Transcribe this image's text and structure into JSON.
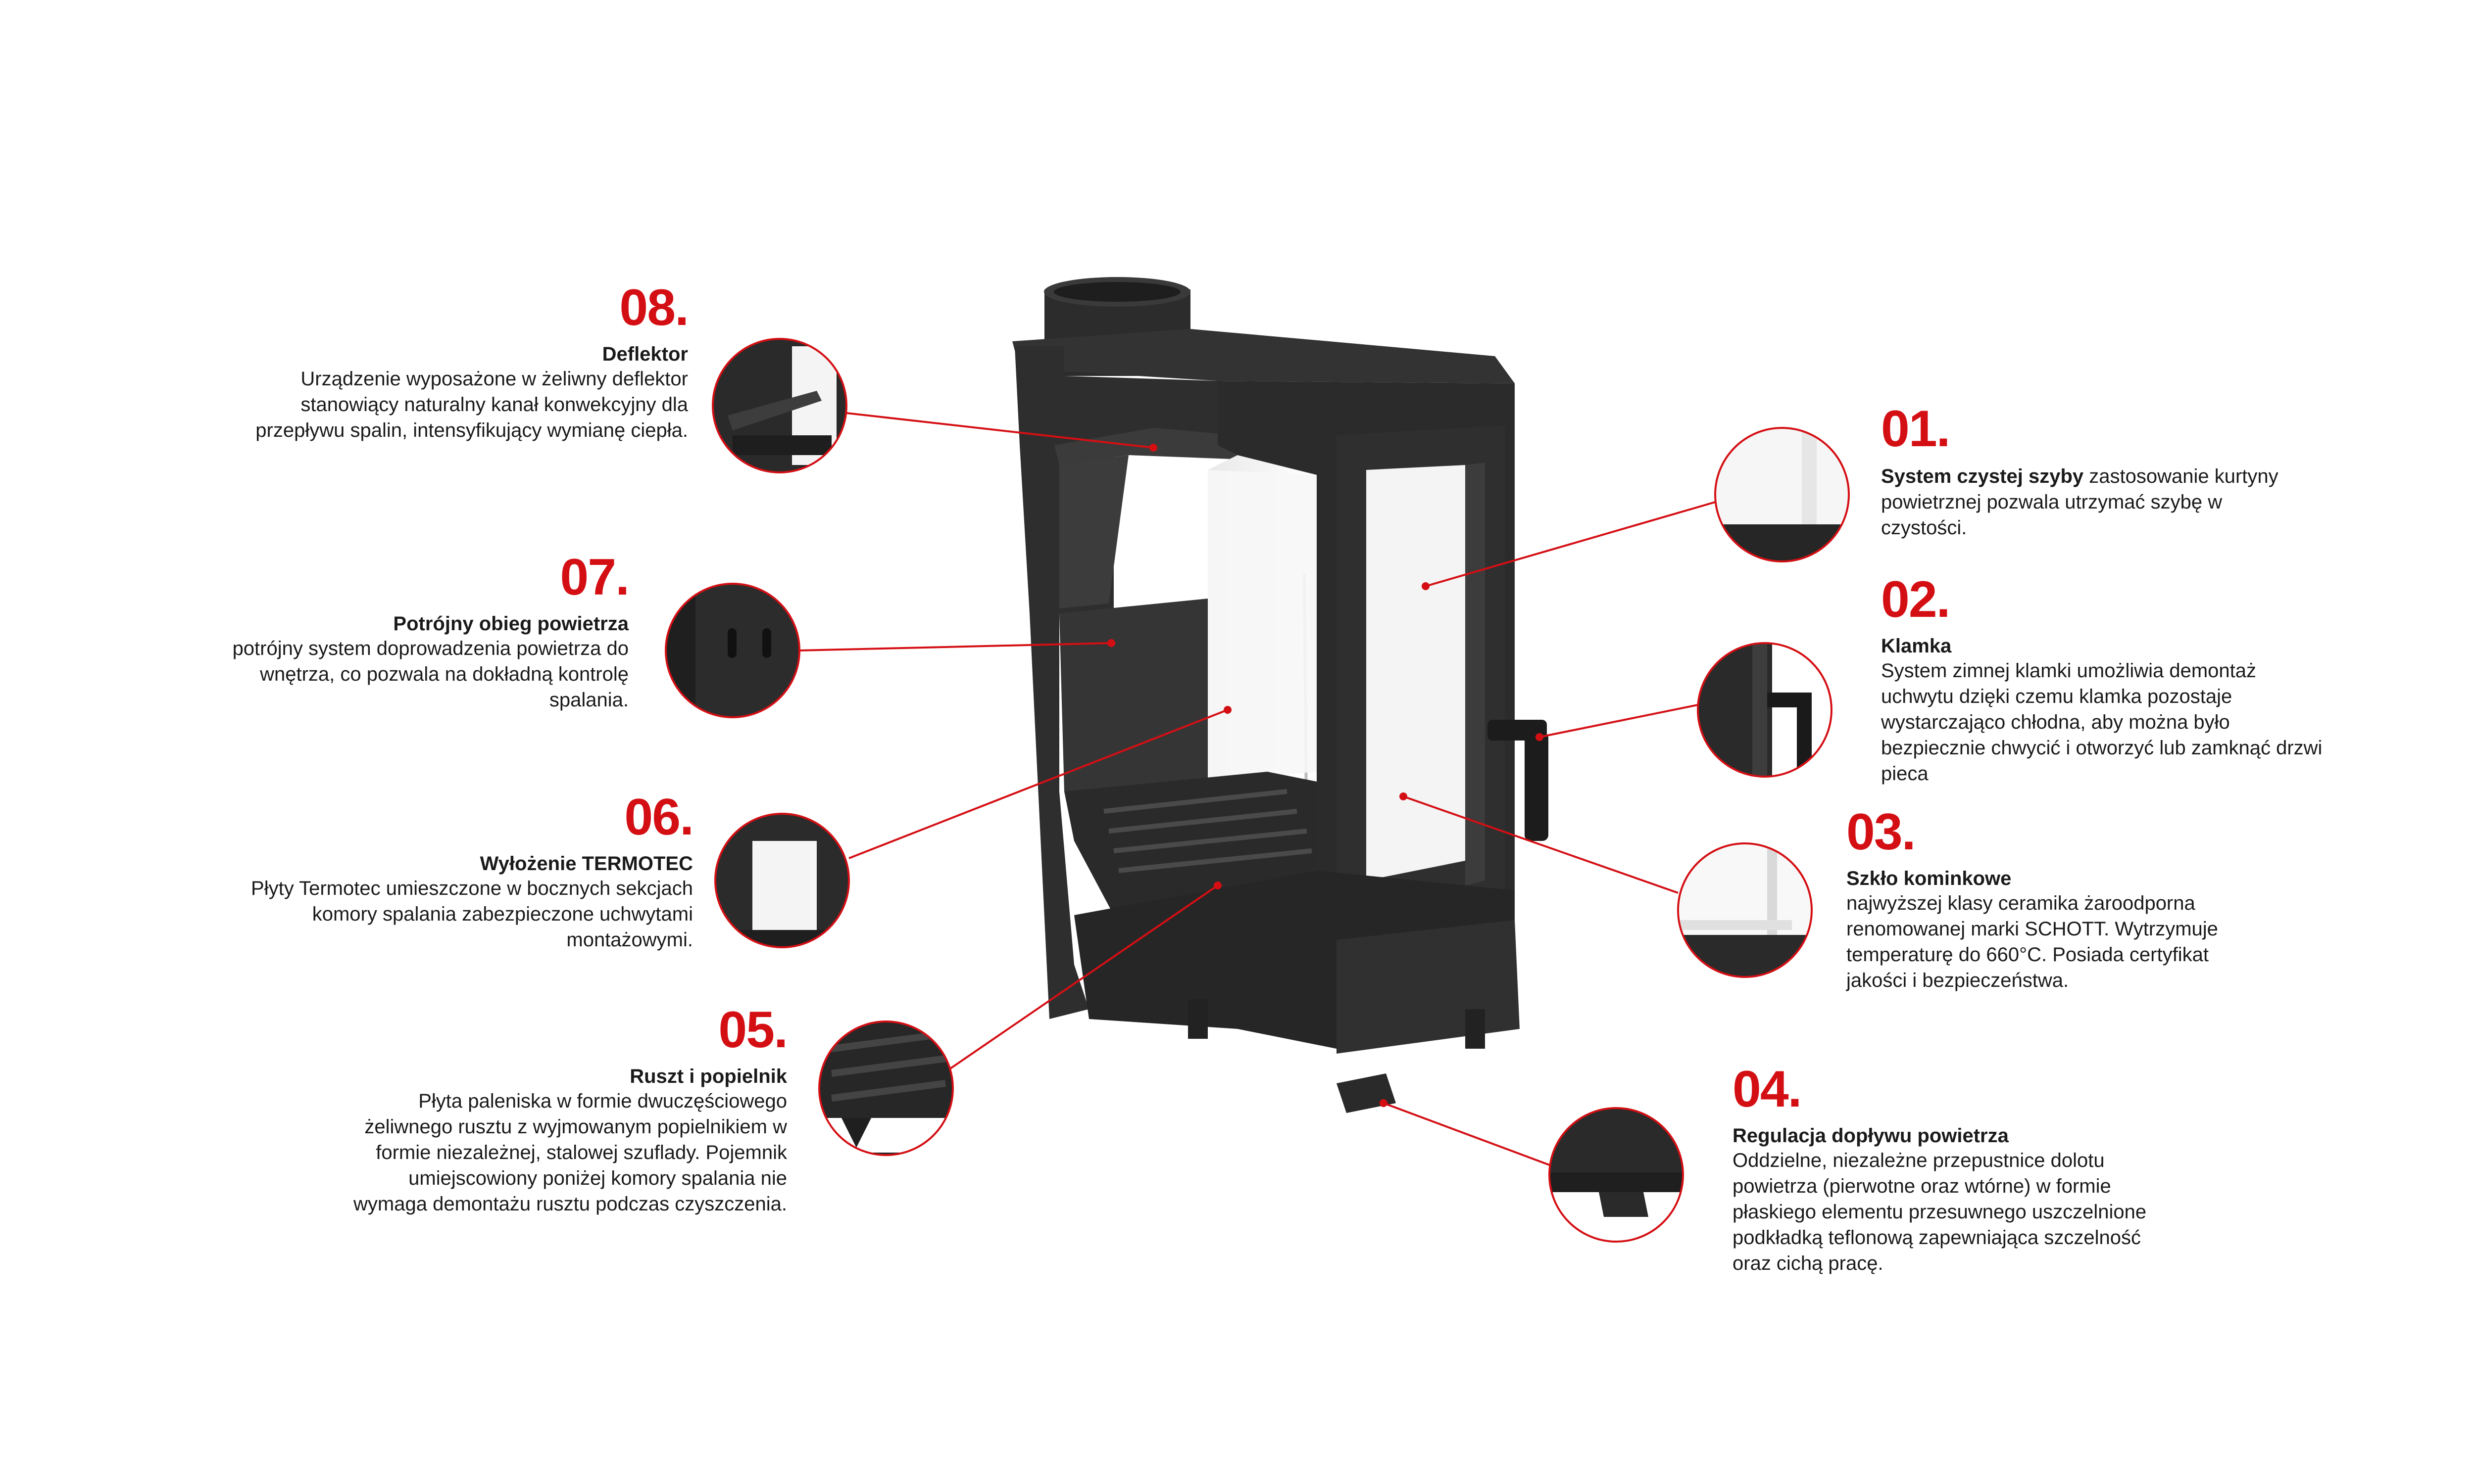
{
  "accent_color": "#d40f14",
  "stove_color": "#2a2a2a",
  "callouts": [
    {
      "number": "08.",
      "title": "Deflektor",
      "body": "Urządzenie wyposażone w żeliwny deflektor stanowiący naturalny kanał konwekcyjny dla przepływu spalin, intensyfikujący wymianę ciepła."
    },
    {
      "number": "07.",
      "title": "Potrójny obieg powietrza",
      "body": "potrójny system doprowadzenia powietrza do wnętrza, co pozwala na dokładną kontrolę spalania."
    },
    {
      "number": "06.",
      "title": "Wyłożenie TERMOTEC",
      "body": "Płyty Termotec umieszczone w bocznych sekcjach komory spalania zabezpieczone uchwytami montażowymi."
    },
    {
      "number": "05.",
      "title": "Ruszt i popielnik",
      "body": "Płyta paleniska w formie dwuczęściowego żeliwnego rusztu z wyjmowanym popielnikiem w formie niezależnej, stalowej szuflady. Pojemnik umiejscowiony poniżej komory spalania nie wymaga demontażu rusztu podczas czyszczenia."
    },
    {
      "number": "01.",
      "title": "System czystej szyby",
      "body": "zastosowanie kurtyny powietrznej pozwala utrzymać szybę w czystości."
    },
    {
      "number": "02.",
      "title": "Klamka",
      "body": "System zimnej klamki umożliwia demontaż uchwytu dzięki czemu klamka pozostaje wystarczająco chłodna, aby można było bezpiecznie chwycić i otworzyć lub zamknąć drzwi pieca"
    },
    {
      "number": "03.",
      "title": "Szkło kominkowe",
      "body": "najwyższej klasy ceramika żaroodporna renomowanej marki SCHOTT. Wytrzymuje temperaturę do 660°C. Posiada certyfikat jakości i bezpieczeństwa."
    },
    {
      "number": "04.",
      "title": "Regulacja dopływu powietrza",
      "body": "Oddzielne, niezależne przepustnice dolotu powietrza (pierwotne oraz wtórne) w formie płaskiego elementu przesuwnego uszczelnione podkładką teflonową zapewniająca szczelność oraz cichą pracę."
    }
  ]
}
